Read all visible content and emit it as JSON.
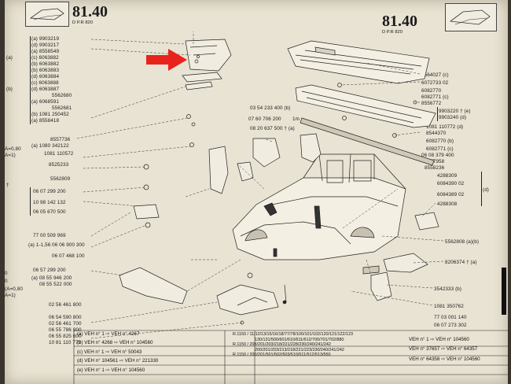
{
  "header": {
    "page_left": "81.40",
    "page_left_sub": "D P.R 820",
    "page_right": "81.40",
    "page_right_sub": "D P.R 820"
  },
  "left_margin": [
    "(a)",
    "(b)",
    "A=0,80",
    "A=1)",
    "†",
    "0",
    "0",
    "(A=0,80",
    "A=1)"
  ],
  "left_parts_top": [
    "(a) 9903219",
    "(d) 9903217",
    "(a) 8558549",
    "(c) 6063882",
    "(b) 6063882",
    "(b) 6063883",
    "(d) 6063884",
    "(c) 6063888",
    "(d) 6063887",
    "5562680",
    "(a) 6068591",
    "5562681",
    "(b) 1081 250452",
    "(a) 8558418"
  ],
  "left_parts_mid": [
    "8557736",
    "(a) 1080 342122",
    "1081 110572",
    "8525233",
    "5562809",
    "06 07 299 200",
    "10 98 142 132",
    "06 05 670 500",
    "77 00 509 969",
    "(a) 1-1,56 06 06 900 300",
    "06 07 468 100",
    "06 57 299 200",
    "(a) 08 55 946 200",
    "08 55 522 000",
    "02 56 461 800",
    "06 54 590 800",
    "02 56 461 700",
    "06 55 786 800",
    "06 55 825 600",
    "10 81 110 772"
  ],
  "center_parts": [
    "03 54 233 400 (b)",
    "07 60 706 200",
    "1m",
    "08 20 637 500 † (a)"
  ],
  "right_parts": [
    "2564027 (c)",
    "6072733 02",
    "6082770",
    "6082771 (c)",
    "8556772",
    "9903220 † (e)",
    "9903240 (d)",
    "1081 110772 (d)",
    "8544370",
    "6082770 (b)",
    "6082771 (c)",
    "06 08 379 400",
    "8557958",
    "8558236",
    "4288309",
    "6084390 02",
    "6084389 02",
    "4288308",
    "(d)",
    "5562808 (a)(b)",
    "8206374 † (a)",
    "3542333 (b)",
    "1081 350762",
    "77 03 001 140",
    "06 07 273 302"
  ],
  "veh_table_left": [
    "(a) VEH n° 1 ⇨ VEH n° 4267",
    "(b) VEH n° 4268 ⇨ VEH n° 104560",
    "(c) VEH n° 1 ⇨ VEH n° 50043",
    "(d) VEH n° 104561 ⇨ VEH n° 221330",
    "(e) VEH n° 1 ⇨ VEH n° 104560"
  ],
  "veh_table_right": [
    "R.1150 / 11/12/13/15/16/18/77/78/100/101/102/120/121/122/123",
    "130/131/500/601/610/611/612/700/701/702/880",
    "R.1150 / 208/201/203/218/221/228/230/240/241/242",
    "200/201/203/213/218/221/223/230/240/241/242",
    "R.1150 / 200/201/501/502/503/510/511/512/513/550",
    "VEH n° 1 ⇨ VEH n° 104560",
    "VEH n° 37657 ⇨ VEH n° 64357",
    "VEH n° 64358 ⇨ VEH n° 104560"
  ],
  "colors": {
    "paper": "#e9e3d3",
    "ink": "#1b1b1b",
    "arrow": "#e8231c"
  },
  "icons": [
    "red-arrow-icon",
    "car-body-shell-icon",
    "scuttle-panel-icon",
    "thumbnail-icon"
  ]
}
